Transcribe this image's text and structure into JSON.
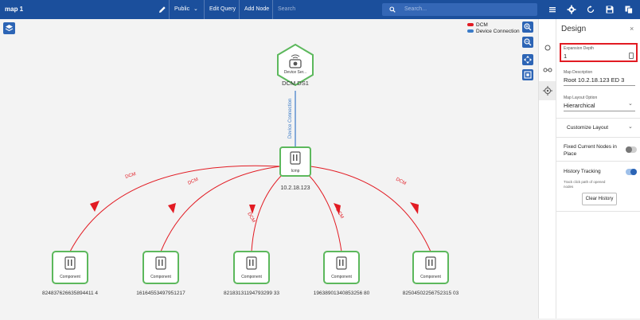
{
  "header": {
    "title": "map 1",
    "visibility_label": "Public",
    "edit_query_label": "Edit Query",
    "add_node_label": "Add Node",
    "search_left_placeholder": "Search",
    "search_placeholder": "Search..."
  },
  "legend": [
    {
      "label": "DCM",
      "color": "#e21b23"
    },
    {
      "label": "Device Connection",
      "color": "#3b7bc8"
    }
  ],
  "graph": {
    "root": {
      "icon_label": "Device Ser...",
      "name": "DCM DS1"
    },
    "root_edge_label": "Device Connection",
    "hub": {
      "icon_label": "Icmp",
      "name": "10.2.18.123"
    },
    "edge_label": "DCM",
    "components": [
      {
        "icon_label": "Component",
        "name": "824837626635894411 4"
      },
      {
        "icon_label": "Component",
        "name": "16164553497951217"
      },
      {
        "icon_label": "Component",
        "name": "82183131194793299 33"
      },
      {
        "icon_label": "Component",
        "name": "19638901340853256 80"
      },
      {
        "icon_label": "Component",
        "name": "82504502256752315 03"
      }
    ]
  },
  "panel": {
    "title": "Design",
    "close": "×",
    "expansion_depth_label": "Expansion Depth",
    "expansion_depth_value": "1",
    "map_description_label": "Map Description",
    "map_description_value": "Root 10.2.18.123 ED 3",
    "map_layout_label": "Map Layout Option",
    "map_layout_value": "Hierarchical",
    "customize_layout_label": "Customize Layout",
    "fixed_nodes_label": "Fixed Current Nodes in Place",
    "fixed_nodes_on": false,
    "history_label": "History Tracking",
    "history_on": true,
    "history_desc": "Track click path of opened nodes",
    "clear_history_label": "Clear History"
  },
  "colors": {
    "topbar": "#1b4f9c",
    "accent": "#2c64b5",
    "dcm_edge": "#e21b23",
    "connection_edge": "#3b7bc8",
    "node_border": "#5cb85c"
  }
}
